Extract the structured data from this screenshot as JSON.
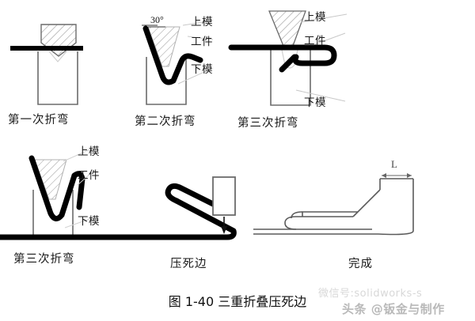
{
  "figure": {
    "caption": "图 1-40 三重折叠压死边",
    "title_number": "1-40",
    "title_text": "三重折叠压死边"
  },
  "labels": {
    "upper_die": "上模",
    "workpiece": "工件",
    "lower_die": "下模",
    "angle_30": "30°",
    "dimension_L": "L"
  },
  "panels": [
    {
      "id": "panel-1",
      "caption": "第一次折弯",
      "has_angle": false,
      "has_part_labels": false
    },
    {
      "id": "panel-2",
      "caption": "第二次折弯",
      "has_angle": true,
      "angle": "30°",
      "has_part_labels": true,
      "part_labels": [
        "上模",
        "工件",
        "下模"
      ]
    },
    {
      "id": "panel-3",
      "caption": "第三次折弯",
      "has_angle": false,
      "has_part_labels": true,
      "part_labels": [
        "上模",
        "工件",
        "下模"
      ]
    },
    {
      "id": "panel-4",
      "caption": "第三次折弯",
      "has_angle": false,
      "has_part_labels": true,
      "part_labels": [
        "上模",
        "工件",
        "下模"
      ]
    },
    {
      "id": "panel-5",
      "caption": "压死边",
      "has_angle": false,
      "has_part_labels": false
    },
    {
      "id": "panel-6",
      "caption": "完成",
      "has_angle": false,
      "has_part_labels": false,
      "dimension": "L"
    }
  ],
  "watermarks": {
    "line1": "微信号:solidworks-s",
    "line2": "头条 @钣金与制作"
  },
  "colors": {
    "sheet_metal": "#000000",
    "die_outline": "#6b6b6b",
    "hatch": "#8a8a8a",
    "leader_line": "#c0c0c0",
    "text": "#1a1a1a",
    "watermark": "#d0d0d0",
    "background": "#ffffff"
  }
}
